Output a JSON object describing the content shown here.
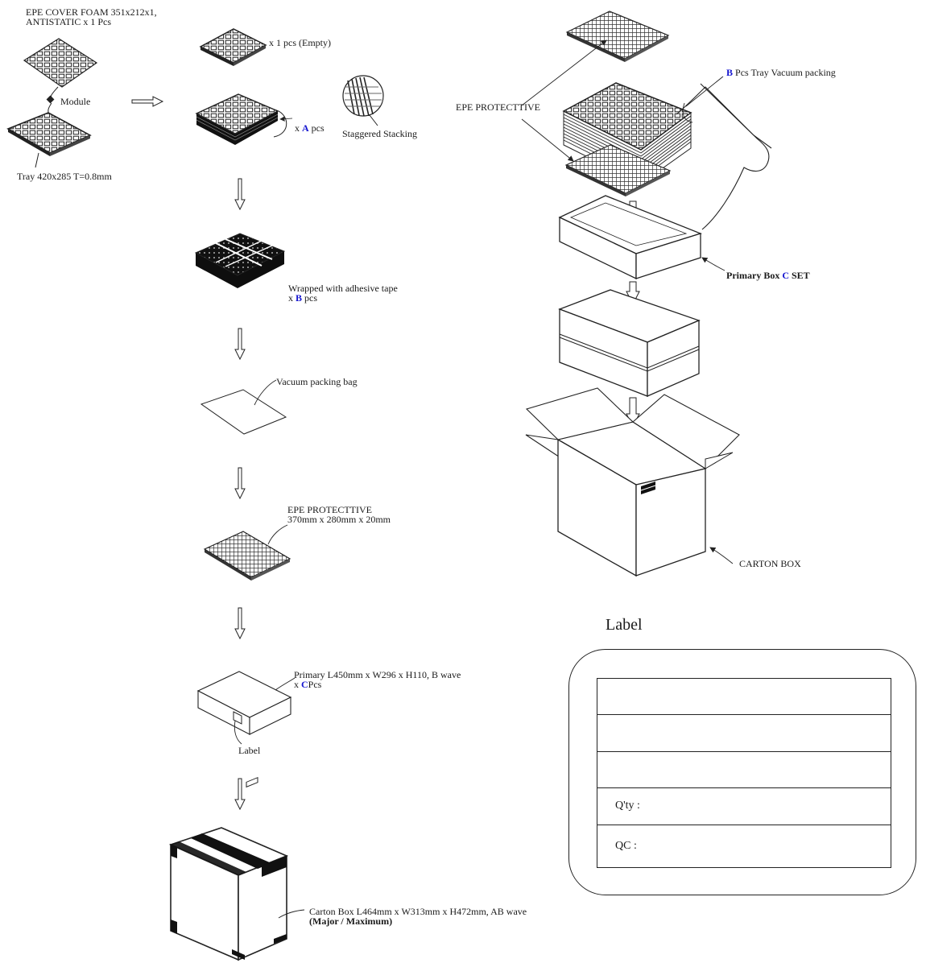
{
  "left_flow": {
    "cover_foam": {
      "line1": "EPE COVER FOAM 351x212x1,",
      "line2": "ANTISTATIC x 1 Pcs"
    },
    "module": "Module",
    "tray": "Tray 420x285 T=0.8mm",
    "empty_tray": "x 1 pcs (Empty)",
    "stack_prefix": "x ",
    "stack_var": "A",
    "stack_suffix": " pcs",
    "staggered": "Staggered Stacking",
    "wrapped": {
      "line1": "Wrapped with adhesive tape",
      "prefix": "x ",
      "var": "B",
      "suffix": " pcs"
    },
    "vacuum_bag": "Vacuum packing bag",
    "epe": {
      "line1": "EPE PROTECTTIVE",
      "line2": "370mm x 280mm x 20mm"
    },
    "primary": {
      "line1": "Primary L450mm x W296 x H110, B wave",
      "prefix": "x ",
      "var": "C",
      "suffix": "Pcs"
    },
    "primary_label": "Label",
    "carton": {
      "line1": "Carton Box L464mm x W313mm x H472mm, AB wave",
      "line2": "(Major / Maximum)"
    }
  },
  "right_flow": {
    "epe_protective": "EPE PROTECTTIVE",
    "tray_var": "B",
    "tray_vacuum": " Pcs Tray Vacuum packing",
    "primary_box_prefix": "Primary Box ",
    "primary_box_var": "C",
    "primary_box_suffix": " SET",
    "carton_box": "CARTON BOX"
  },
  "label_panel": {
    "title": "Label",
    "rows": [
      "",
      "",
      "",
      "Q'ty :",
      "QC :"
    ]
  },
  "colors": {
    "accent": "#1515d0",
    "line": "#222222"
  }
}
